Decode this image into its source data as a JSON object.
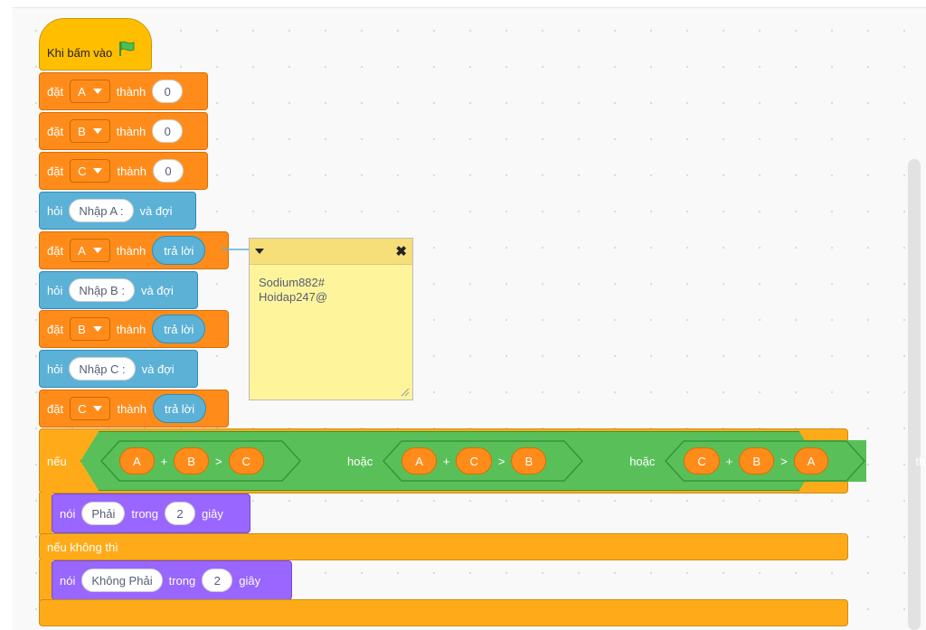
{
  "hat": {
    "label": "Khi bấm vào",
    "flag_icon": "green-flag-icon"
  },
  "blocks": {
    "set_a": {
      "verb": "đặt",
      "var": "A",
      "to": "thành",
      "value": "0"
    },
    "set_b": {
      "verb": "đặt",
      "var": "B",
      "to": "thành",
      "value": "0"
    },
    "set_c": {
      "verb": "đặt",
      "var": "C",
      "to": "thành",
      "value": "0"
    },
    "ask_a": {
      "verb": "hỏi",
      "prompt": "Nhập A :",
      "tail": "và đợi"
    },
    "set_a_answer": {
      "verb": "đặt",
      "var": "A",
      "to": "thành",
      "value": "trả lời"
    },
    "ask_b": {
      "verb": "hỏi",
      "prompt": "Nhập B :",
      "tail": "và đợi"
    },
    "set_b_answer": {
      "verb": "đặt",
      "var": "B",
      "to": "thành",
      "value": "trả lời"
    },
    "ask_c": {
      "verb": "hỏi",
      "prompt": "Nhập C :",
      "tail": "và đợi"
    },
    "set_c_answer": {
      "verb": "đặt",
      "var": "C",
      "to": "thành",
      "value": "trả lời"
    }
  },
  "if_block": {
    "if_label": "nếu",
    "then_label": "thì",
    "or_label": "hoặc",
    "cond1": {
      "a": "A",
      "op": "+",
      "b": "B",
      "cmp": ">",
      "c": "C"
    },
    "cond2": {
      "a": "A",
      "op": "+",
      "b": "C",
      "cmp": ">",
      "c": "B"
    },
    "cond3": {
      "a": "C",
      "op": "+",
      "b": "B",
      "cmp": ">",
      "c": "A"
    },
    "say_true": {
      "verb": "nói",
      "text": "Phải",
      "for": "trong",
      "secs": "2",
      "unit": "giây"
    },
    "else_label": "nếu không thì",
    "say_false": {
      "verb": "nói",
      "text": "Không Phải",
      "for": "trong",
      "secs": "2",
      "unit": "giây"
    }
  },
  "comment": {
    "line1": "Sodium882#",
    "line2": "Hoidap247@"
  },
  "colors": {
    "looks": "#ff8c1a",
    "sensing": "#5cb1d6",
    "control": "#ffab19",
    "operators": "#59c059",
    "speak": "#9966ff",
    "events": "#ffbf00",
    "comment": "#fef49c"
  }
}
